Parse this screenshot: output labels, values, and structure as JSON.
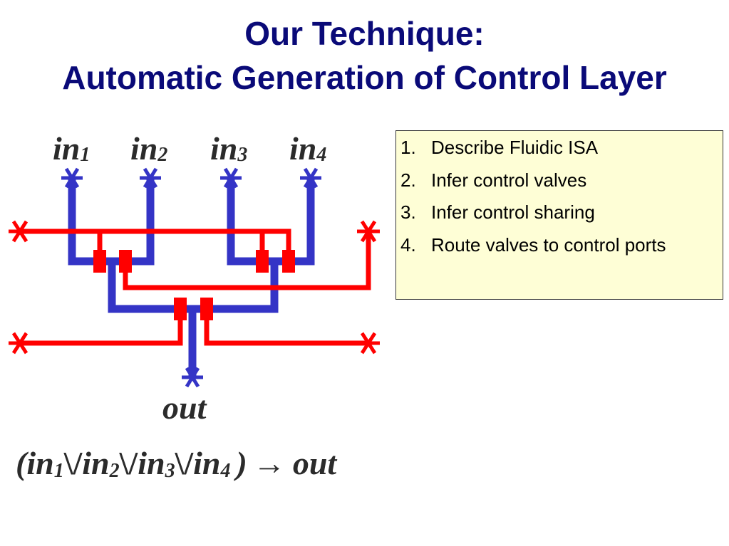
{
  "slide": {
    "title_line1": "Our Technique:",
    "title_line2": "Automatic Generation of Control Layer"
  },
  "diagram": {
    "inputs": [
      {
        "base": "in",
        "sub": "1"
      },
      {
        "base": "in",
        "sub": "2"
      },
      {
        "base": "in",
        "sub": "3"
      },
      {
        "base": "in",
        "sub": "4"
      }
    ],
    "output": "out",
    "flow_color": "#3434c6",
    "control_color": "#ff0000",
    "formula": {
      "open": "(",
      "terms": [
        {
          "base": "in",
          "sub": "1"
        },
        {
          "base": "in",
          "sub": "2"
        },
        {
          "base": "in",
          "sub": "3"
        },
        {
          "base": "in",
          "sub": "4"
        }
      ],
      "operator": "\\/",
      "close": ")",
      "arrow": "→",
      "result": "out"
    }
  },
  "steps": [
    {
      "num": "1.",
      "text": "Describe Fluidic ISA"
    },
    {
      "num": "2.",
      "text": "Infer control valves"
    },
    {
      "num": "3.",
      "text": "Infer control sharing"
    },
    {
      "num": "4.",
      "text": "Route valves to control ports"
    }
  ]
}
